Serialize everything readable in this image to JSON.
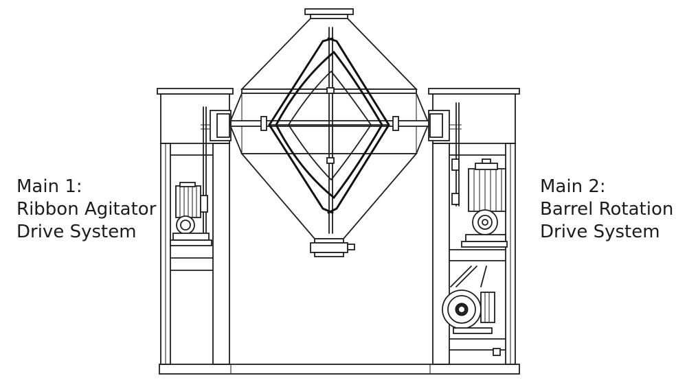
{
  "labels": {
    "left": {
      "line1": "Main 1:",
      "line2": "Ribbon Agitator",
      "line3": "Drive System"
    },
    "right": {
      "line1": "Main 2:",
      "line2": "Barrel Rotation",
      "line3": "Drive System"
    }
  }
}
